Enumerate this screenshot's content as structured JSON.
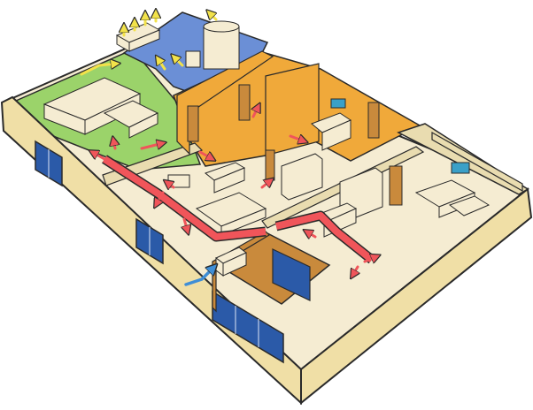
{
  "diagram": {
    "subject": "isometric-house-cutaway",
    "colors": {
      "outline": "#2a2a2a",
      "exterior_wall": "#f0dfa6",
      "exterior_wall_dark": "#d9c58a",
      "kitchen_floor": "#9bd36a",
      "bathroom_floor": "#6b8fd6",
      "hall_floor": "#f0a93a",
      "interior_floor": "#f5ecd2",
      "wall_top": "#e9dcb0",
      "wood_panel": "#c98a3c",
      "window_glass": "#2b5aa8",
      "warm_airflow": "#f0555a",
      "exhaust_airflow": "#f2e24a",
      "fresh_airflow": "#3f8ed6"
    },
    "rooms": [
      {
        "id": "kitchen",
        "floor": "kitchen_floor"
      },
      {
        "id": "bathroom",
        "floor": "bathroom_floor"
      },
      {
        "id": "hall",
        "floor": "hall_floor"
      },
      {
        "id": "bedroom",
        "floor": "interior_floor"
      },
      {
        "id": "living-room",
        "floor": "interior_floor"
      },
      {
        "id": "utility-room",
        "floor": "wood_panel"
      }
    ],
    "airflow_types": [
      "supply",
      "exhaust",
      "fresh-intake"
    ]
  }
}
